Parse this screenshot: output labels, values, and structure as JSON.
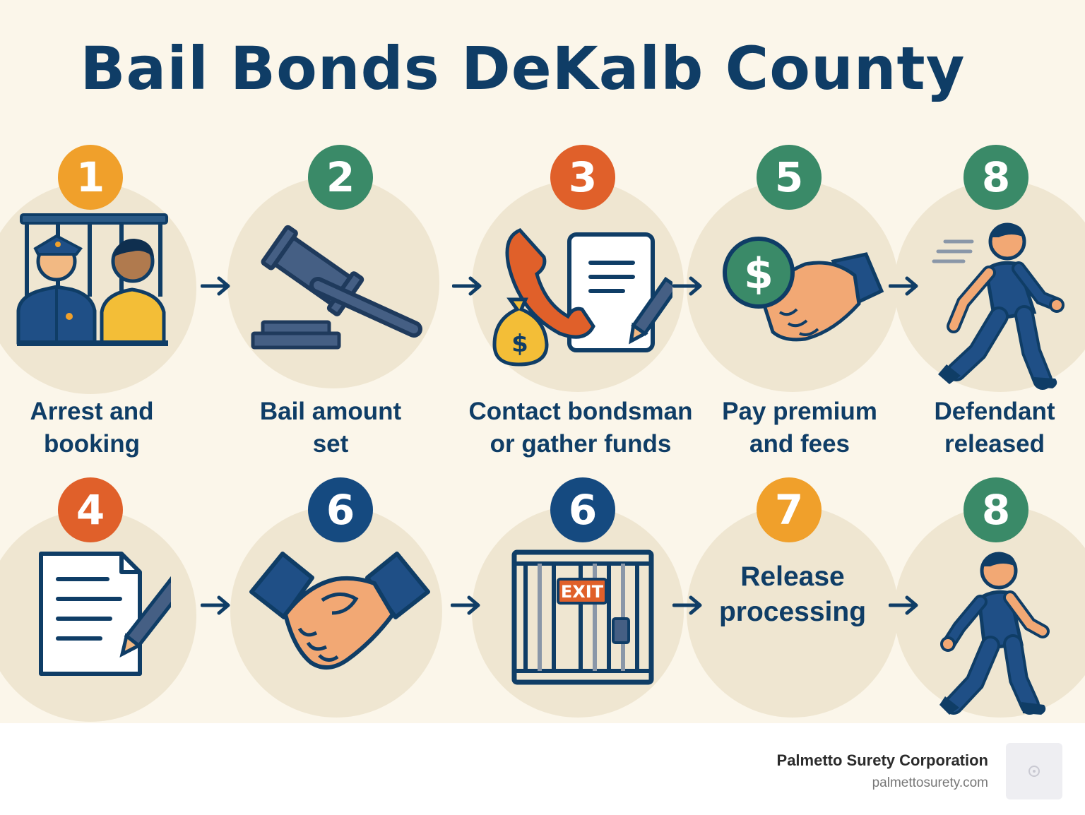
{
  "title": "Bail Bonds DeKalb County",
  "colors": {
    "navy": "#0f3d66",
    "orange": "#f0a02b",
    "green": "#3a8a68",
    "red": "#e0602a",
    "blue": "#154a80",
    "background": "#fbf6ea"
  },
  "row1": [
    {
      "number": "1",
      "label_line1": "Arrest and",
      "label_line2": "booking",
      "icon": "jail-cell-officer-icon"
    },
    {
      "number": "2",
      "label_line1": "Bail amount",
      "label_line2": "set",
      "icon": "gavel-icon"
    },
    {
      "number": "3",
      "label_line1": "Contact bondsman",
      "label_line2": "or gather funds",
      "icon": "phone-document-money-icon"
    },
    {
      "number": "5",
      "label_line1": "Pay premium",
      "label_line2": "and fees",
      "icon": "dollar-handshake-icon"
    },
    {
      "number": "8",
      "label_line1": "Defendant",
      "label_line2": "released",
      "icon": "walking-person-icon"
    }
  ],
  "row2": [
    {
      "number": "4",
      "icon": "document-pen-icon"
    },
    {
      "number": "6",
      "icon": "handshake-icon"
    },
    {
      "number": "6",
      "icon": "jail-exit-door-icon",
      "sign": "EXIT"
    },
    {
      "number": "7",
      "label_line1": "Release",
      "label_line2": "processing"
    },
    {
      "number": "8",
      "icon": "walking-person-icon"
    }
  ],
  "footer": {
    "company": "Palmetto Surety Corporation",
    "url": "palmettosurety.com"
  }
}
